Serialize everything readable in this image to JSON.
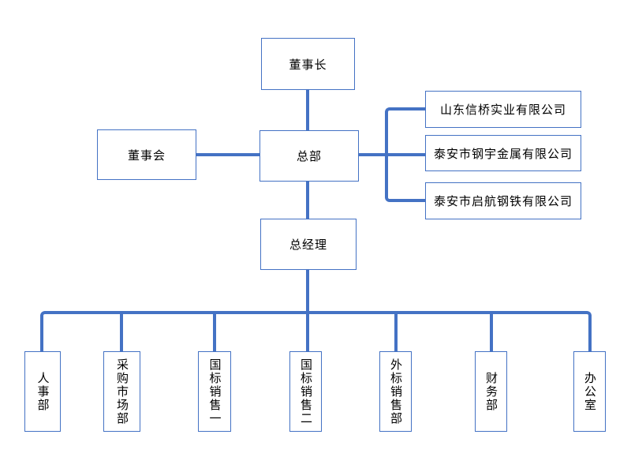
{
  "org_chart": {
    "title": "company-organization-chart",
    "nodes": {
      "chairman": "董事长",
      "board": "董事会",
      "headquarters": "总部",
      "general_manager": "总经理"
    },
    "subsidiaries": [
      "山东信桥实业有限公司",
      "泰安市钢宇金属有限公司",
      "泰安市启航钢铁有限公司"
    ],
    "departments": [
      "人事部",
      "采购市场部",
      "国标销售一",
      "国标销售二",
      "外标销售部",
      "财务部",
      "办公室"
    ],
    "colors": {
      "connector": "#4472C4",
      "box_border": "#4472C4",
      "box_fill": "#FFFFFF",
      "text": "#000000",
      "background": "#FFFFFF"
    }
  }
}
